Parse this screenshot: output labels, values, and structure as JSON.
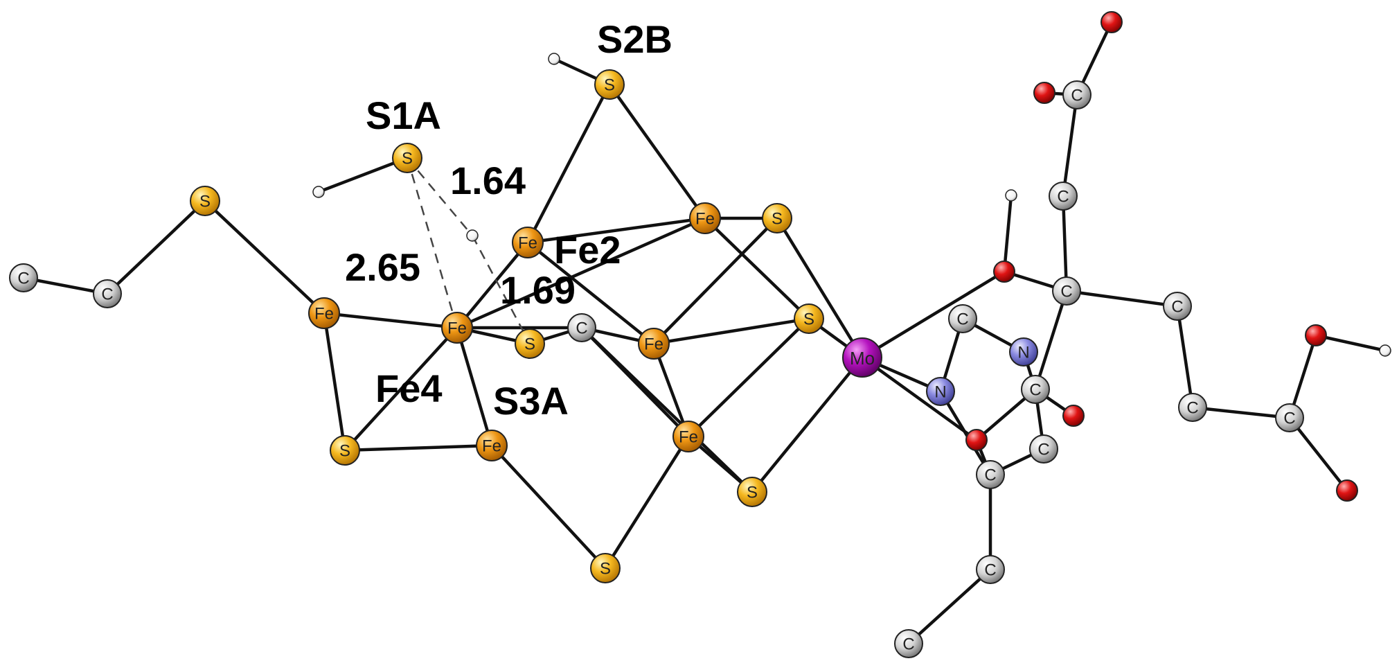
{
  "labels": {
    "s2b": "S2B",
    "s1a": "S1A",
    "d164": "1.64",
    "fe2": "Fe2",
    "d265": "2.65",
    "d169": "1.69",
    "fe4": "Fe4",
    "s3a": "S3A"
  },
  "element_symbols": {
    "S": "S",
    "Fe": "Fe",
    "Mo": "Mo",
    "N": "N",
    "C": "C"
  },
  "colors": {
    "S": "#f0a818",
    "Fe": "#e8920e",
    "Mo": "#b010b8",
    "N": "#8888dd",
    "C": "#c8c8c8",
    "O": "#dd1111",
    "H": "#ffffff",
    "bond": "#111111"
  }
}
